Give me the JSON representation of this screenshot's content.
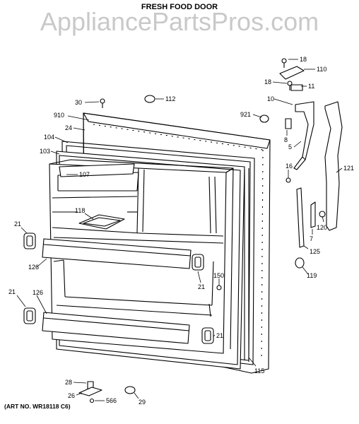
{
  "header": {
    "title": "FRESH FOOD DOOR",
    "watermark": "AppliancePartsPros.com"
  },
  "footer": {
    "art_number": "(ART NO. WR18118 C6)"
  },
  "labels": {
    "l18a": "18",
    "l110": "110",
    "l18b": "18",
    "l11": "11",
    "l10": "10",
    "l30": "30",
    "l112": "112",
    "l910": "910",
    "l921": "921",
    "l24": "24",
    "l8": "8",
    "l104": "104",
    "l5": "5",
    "l103": "103",
    "l16": "16",
    "l121": "121",
    "l107": "107",
    "l118": "118",
    "l21a": "21",
    "l7": "7",
    "l120": "120",
    "l126a": "126",
    "l125": "125",
    "l119": "119",
    "l150": "150",
    "l21b": "21",
    "l21c": "21",
    "l126b": "126",
    "l21d": "21",
    "l115": "115",
    "l28": "28",
    "l26": "26",
    "l566": "566",
    "l29": "29"
  }
}
